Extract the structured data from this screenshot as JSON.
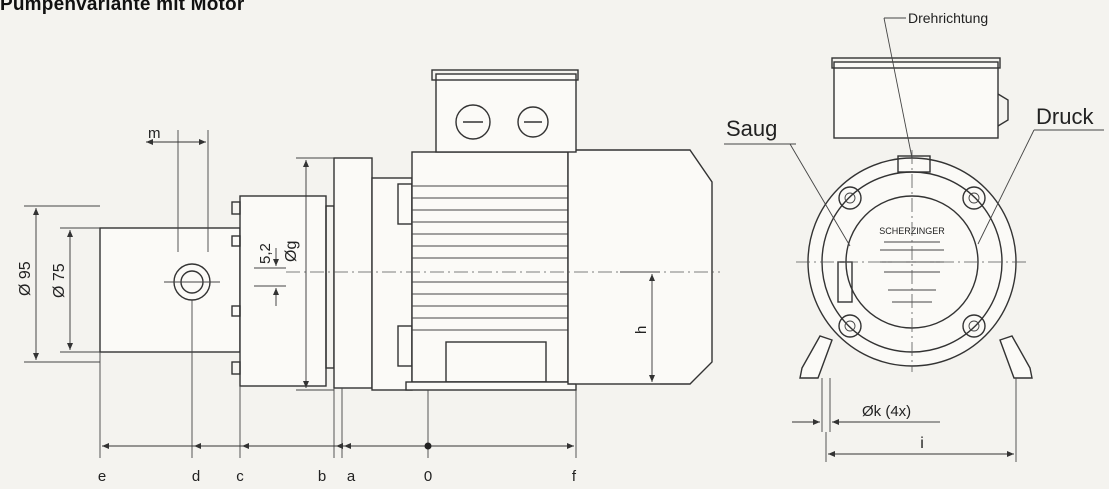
{
  "heading": "Pumpenvariante mit Motor",
  "labels": {
    "drehrichtung": "Drehrichtung",
    "saug": "Saug",
    "druck": "Druck"
  },
  "dimensions": {
    "m": "m",
    "d95": "Ø 95",
    "d75": "Ø 75",
    "v52": "5,2",
    "g": "Øg",
    "h": "h",
    "k": "Øk  (4x)",
    "i": "i",
    "e": "e",
    "d": "d",
    "c": "c",
    "b": "b",
    "a": "a",
    "zero": "0",
    "f": "f"
  },
  "nameplate": {
    "brand": "SCHERZINGER"
  }
}
